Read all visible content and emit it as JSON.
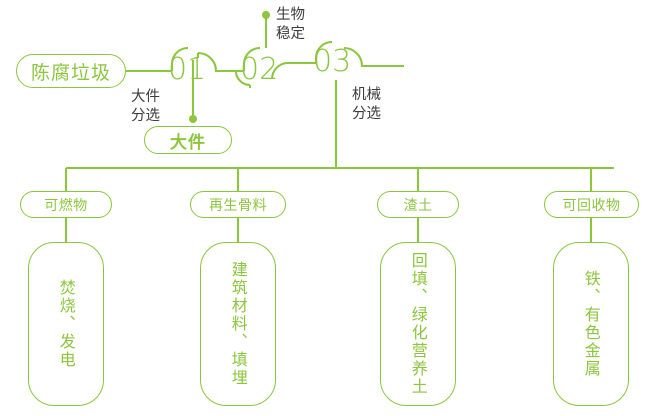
{
  "theme": {
    "accent": "#8cc63e",
    "line": "#8cc63e",
    "caption_text": "#3c3c3c",
    "background": "#ffffff"
  },
  "flow": {
    "source": {
      "label": "陈腐垃圾"
    },
    "stages": [
      {
        "number": "01",
        "caption": "大件\n分选"
      },
      {
        "number": "02",
        "caption": "生物\n稳定"
      },
      {
        "number": "03",
        "caption": "机械\n分选"
      }
    ],
    "stage_captions": {
      "stage01_line1": "大件",
      "stage01_line2": "分选",
      "stage02_line1": "生物",
      "stage02_line2": "稳定",
      "stage03_line1": "机械",
      "stage03_line2": "分选"
    },
    "bulky_output": {
      "label": "大件"
    }
  },
  "branches": [
    {
      "label": "可燃物",
      "outcome": "焚烧、发电"
    },
    {
      "label": "再生骨料",
      "outcome": "建筑材料、填埋"
    },
    {
      "label": "渣土",
      "outcome": "回填、绿化营养土"
    },
    {
      "label": "可回收物",
      "outcome": "铁、有色金属"
    }
  ]
}
